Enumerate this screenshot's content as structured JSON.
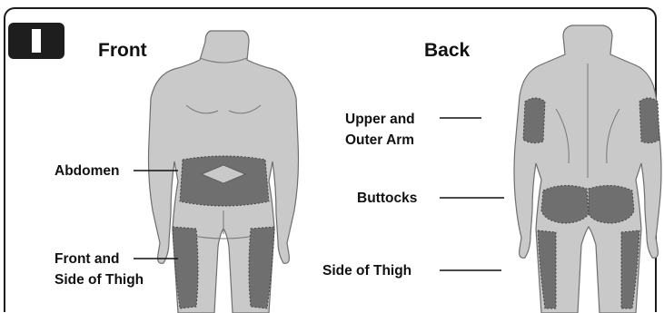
{
  "step": {
    "number": "1"
  },
  "views": {
    "front": {
      "heading": "Front"
    },
    "back": {
      "heading": "Back"
    }
  },
  "labels": {
    "abdomen": "Abdomen",
    "front_thigh_line1": "Front and",
    "front_thigh_line2": "Side of Thigh",
    "upper_arm_line1": "Upper and",
    "upper_arm_line2": "Outer Arm",
    "buttocks": "Buttocks",
    "side_thigh": "Side of Thigh"
  },
  "colors": {
    "body_fill": "#c9c9c9",
    "body_stroke": "#6e6e6e",
    "site_fill": "#6f6f6f",
    "border": "#1a1a1a"
  }
}
